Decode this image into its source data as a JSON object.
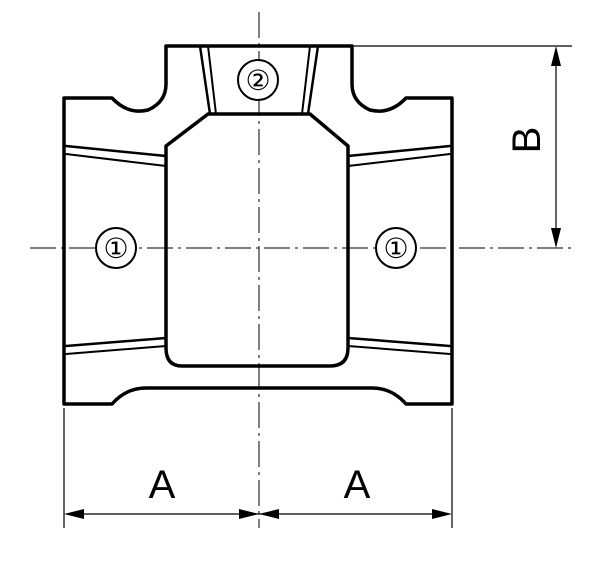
{
  "drawing": {
    "port_labels": {
      "left": "①",
      "right": "①",
      "top": "②"
    },
    "dimensions": {
      "left_width": "A",
      "right_width": "A",
      "height": "B"
    }
  }
}
